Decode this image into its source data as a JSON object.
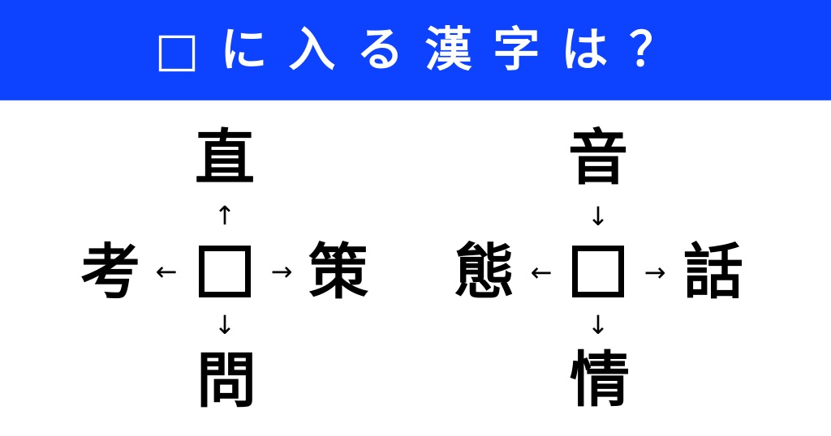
{
  "header": {
    "title": "□に入る漢字は？",
    "background_color": "#0D43FF",
    "text_color": "#FFFFFF"
  },
  "puzzles": [
    {
      "top": {
        "kanji": "直",
        "arrow": "↑"
      },
      "left": {
        "kanji": "考",
        "arrow": "←"
      },
      "right": {
        "kanji": "策",
        "arrow": "→"
      },
      "bottom": {
        "kanji": "問",
        "arrow": "↓"
      },
      "center": "blank-box"
    },
    {
      "top": {
        "kanji": "音",
        "arrow": "↓"
      },
      "left": {
        "kanji": "態",
        "arrow": "←"
      },
      "right": {
        "kanji": "話",
        "arrow": "→"
      },
      "bottom": {
        "kanji": "情",
        "arrow": "↓"
      },
      "center": "blank-box"
    }
  ]
}
